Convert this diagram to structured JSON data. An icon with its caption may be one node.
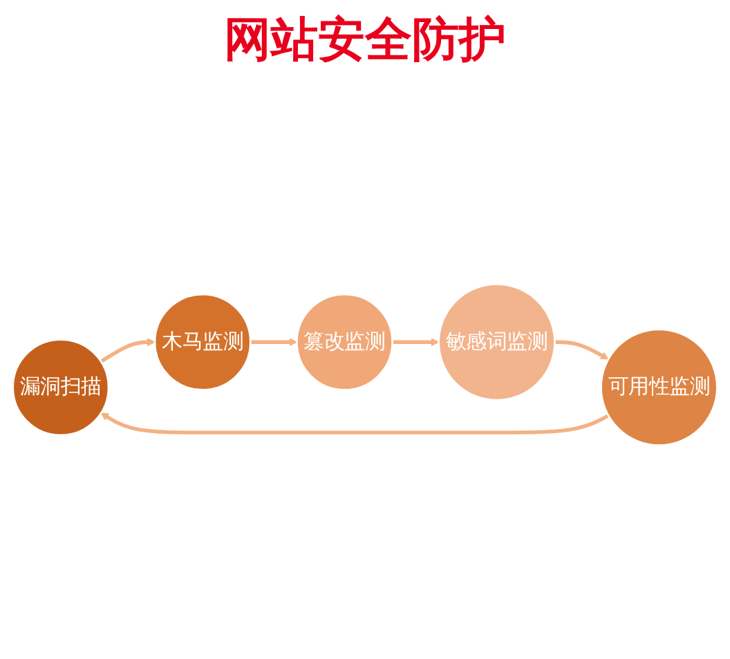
{
  "diagram": {
    "title": "网站安全防护",
    "nodes": [
      {
        "text": [
          "漏洞扫描"
        ]
      },
      {
        "text": [
          "木马监测"
        ]
      },
      {
        "text": [
          "篡改监测"
        ]
      },
      {
        "text": [
          "敏感词监测"
        ]
      },
      {
        "text": [
          "可用性监测"
        ]
      }
    ],
    "edges": [
      {
        "from": 0,
        "to": 1,
        "arrow": "to"
      },
      {
        "from": 1,
        "to": 2,
        "arrow": "to"
      },
      {
        "from": 2,
        "to": 3,
        "arrow": "to"
      },
      {
        "from": 3,
        "to": 4,
        "arrow": "to"
      },
      {
        "from": 4,
        "to": 0,
        "arrow": "to"
      }
    ]
  }
}
